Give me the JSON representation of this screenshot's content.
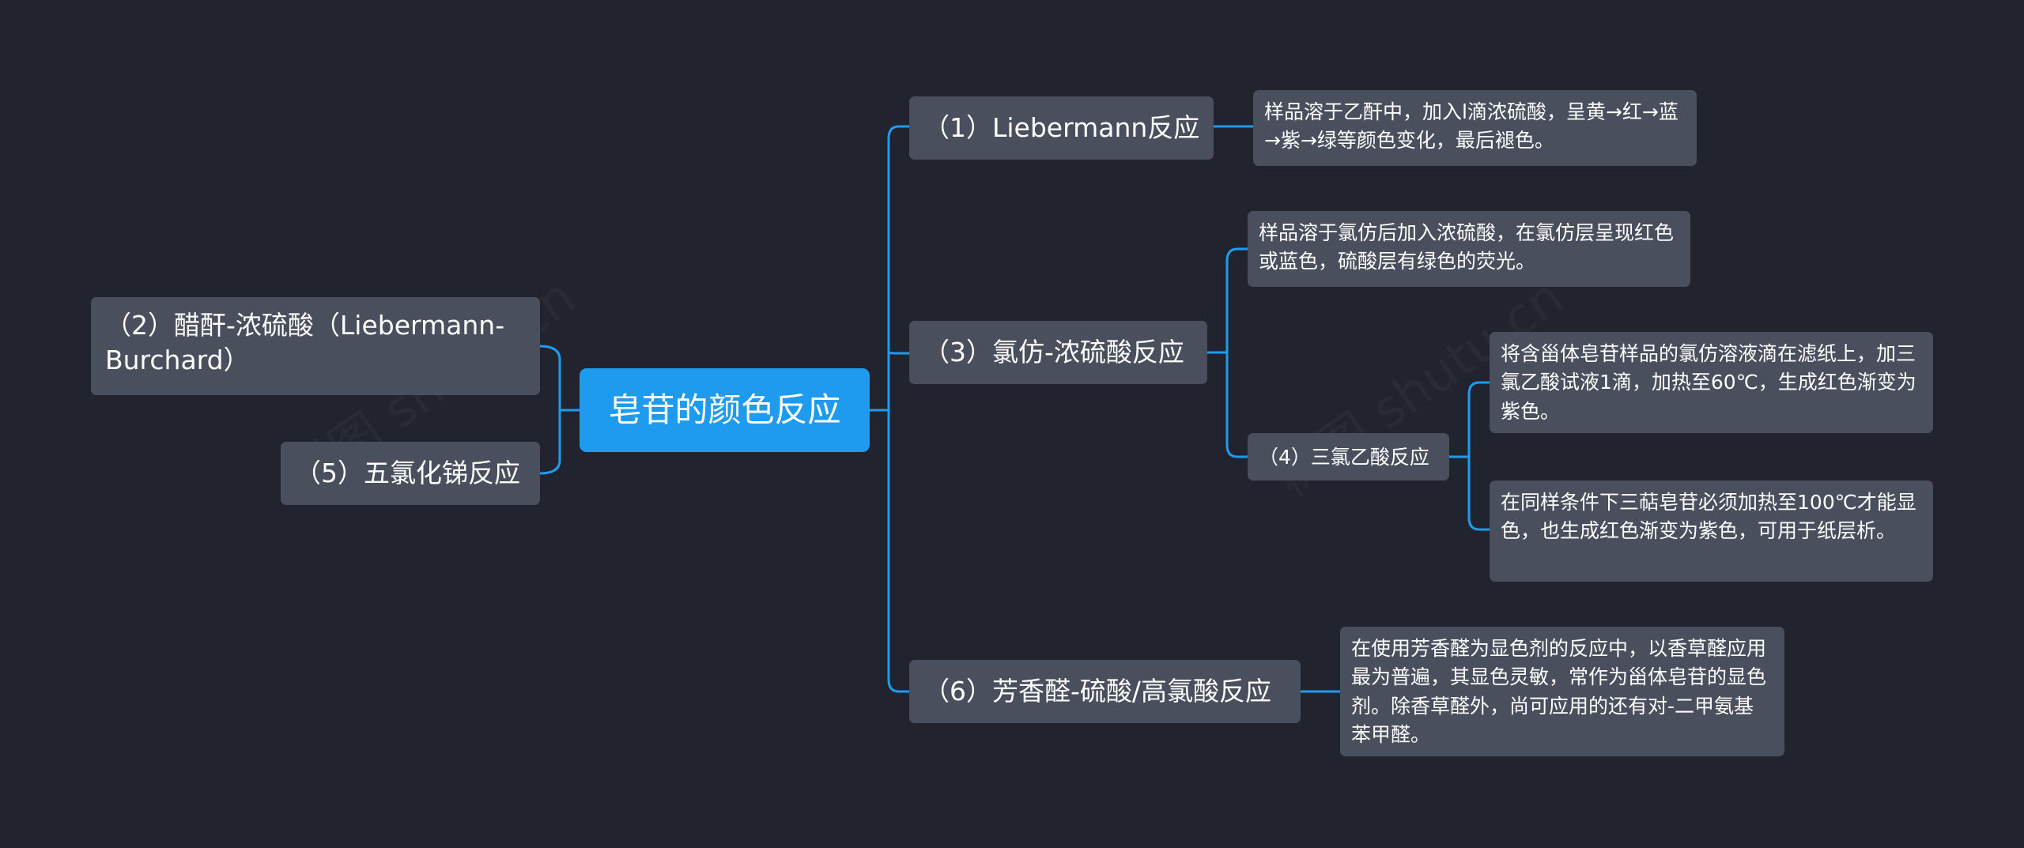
{
  "root": {
    "label": "皂苷的颜色反应"
  },
  "left_branches": [
    {
      "label": "（2）醋酐-浓硫酸（Liebermann-Burchard）"
    },
    {
      "label": "（5）五氯化锑反应"
    }
  ],
  "right_branches": [
    {
      "label": "（1）Liebermann反应",
      "detail": "样品溶于乙酐中，加入l滴浓硫酸，呈黄→红→蓝→紫→绿等颜色变化，最后褪色。"
    },
    {
      "label": "（3）氯仿-浓硫酸反应",
      "detail": "样品溶于氯仿后加入浓硫酸，在氯仿层呈现红色或蓝色，硫酸层有绿色的荧光。",
      "sub": {
        "label": "（4）三氯乙酸反应",
        "details": [
          "将含甾体皂苷样品的氯仿溶液滴在滤纸上，加三氯乙酸试液1滴，加热至60℃，生成红色渐变为紫色。",
          "在同样条件下三萜皂苷必须加热至100℃才能显色，也生成红色渐变为紫色，可用于纸层析。"
        ]
      }
    },
    {
      "label": "（6）芳香醛-硫酸/高氯酸反应",
      "detail": "在使用芳香醛为显色剂的反应中，以香草醛应用最为普遍，其显色灵敏，常作为甾体皂苷的显色剂。除香草醛外，尚可应用的还有对-二甲氨基苯甲醛。"
    }
  ],
  "watermark": "树图 shutu.cn",
  "colors": {
    "background": "#21242f",
    "root": "#1e9bef",
    "node": "#4a4f5e",
    "link": "#1e9bef",
    "text": "#ffffff"
  }
}
